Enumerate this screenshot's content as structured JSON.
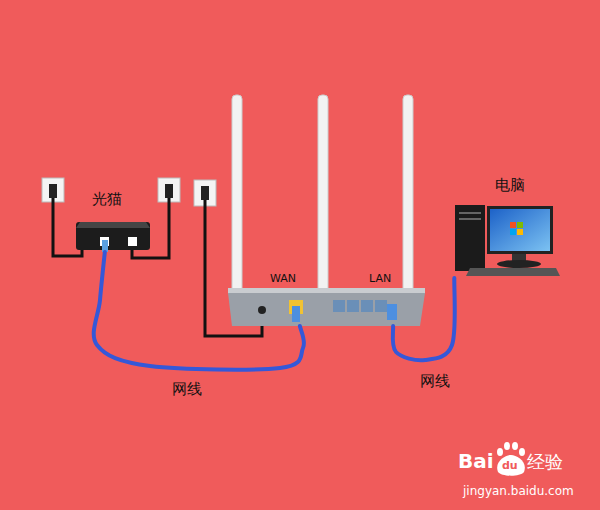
{
  "diagram": {
    "nodes": [
      {
        "text": [
          "光猫"
        ]
      },
      {
        "text": [
          "WAN",
          "LAN"
        ]
      },
      {
        "text": [
          "电脑"
        ]
      }
    ],
    "edges": [
      {
        "from": 0,
        "to": 1,
        "arrow": "none",
        "label": "网线"
      },
      {
        "from": 1,
        "to": 2,
        "arrow": "none",
        "label": "网线"
      }
    ],
    "labels": [
      "Bai",
      "du",
      "经验",
      "jingyan.baidu.com"
    ]
  }
}
